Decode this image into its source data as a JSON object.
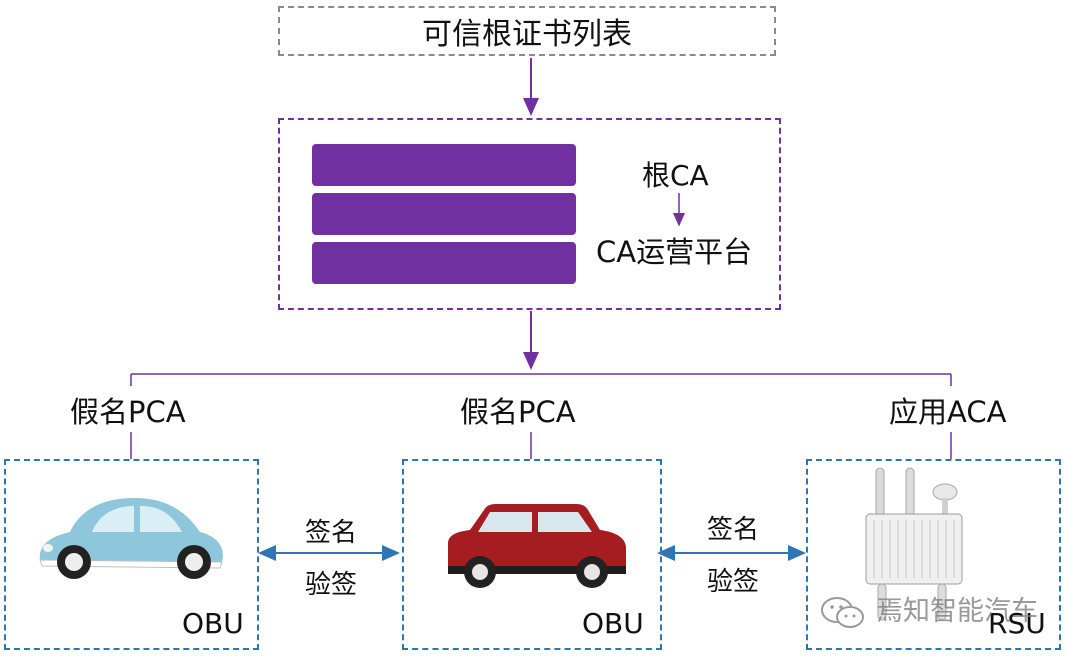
{
  "top_box": {
    "title": "可信根证书列表"
  },
  "ca_box": {
    "root_label": "根CA",
    "platform_label": "CA运营平台"
  },
  "branches": [
    {
      "label": "假名PCA",
      "device_label": "OBU",
      "device_icon": "beetle-car-icon"
    },
    {
      "label": "假名PCA",
      "device_label": "OBU",
      "device_icon": "mini-car-icon"
    },
    {
      "label": "应用ACA",
      "device_label": "RSU",
      "device_icon": "roadside-unit-icon"
    }
  ],
  "links": [
    {
      "sign": "签名",
      "verify": "验签"
    },
    {
      "sign": "签名",
      "verify": "验签"
    }
  ],
  "watermark": {
    "text": "焉知智能汽车",
    "icon": "wechat-icon"
  },
  "colors": {
    "purple": "#7030a0",
    "blue": "#2e75b6",
    "gray_dash": "#8a8a8a"
  }
}
